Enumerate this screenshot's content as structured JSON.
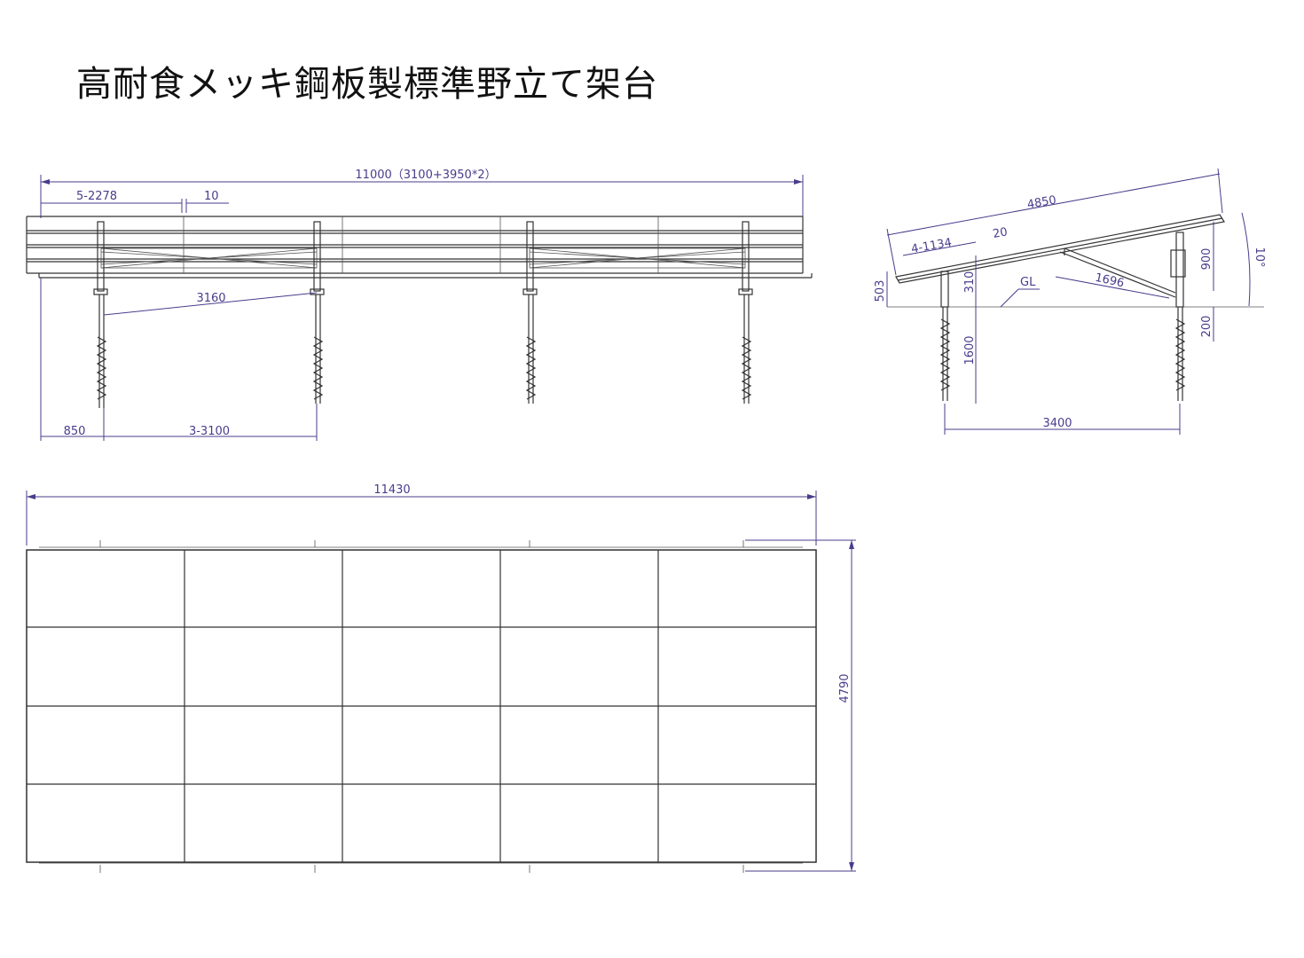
{
  "title": "高耐食メッキ鋼板製標準野立て架台",
  "colors": {
    "dimension": "#4a3c8c",
    "structure": "#333333"
  },
  "front_view": {
    "overall_length": "11000（3100+3950*2）",
    "rail_spacing": "5-2278",
    "gap": "10",
    "post_diagonal": "3160",
    "edge_offset": "850",
    "post_spacing": "3-3100"
  },
  "side_view": {
    "panel_length": "4850",
    "rail_spacing": "4-1134",
    "gap": "20",
    "brace": "1696",
    "front_height": "503",
    "front_post": "310",
    "rear_height": "900",
    "tilt": "10°",
    "ground_label": "GL",
    "embed_depth": "1600",
    "rear_embed": "200",
    "post_span": "3400"
  },
  "plan_view": {
    "overall_width": "11430",
    "overall_depth": "4790"
  }
}
